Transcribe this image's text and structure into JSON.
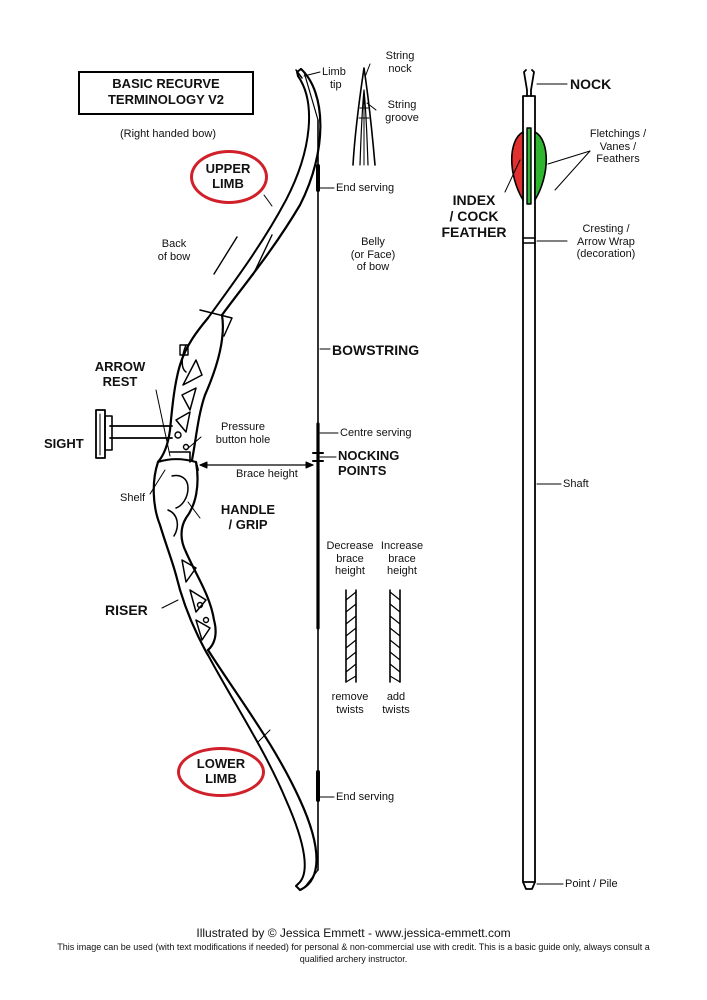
{
  "title": {
    "line1": "BASIC RECURVE",
    "line2": "TERMINOLOGY V2",
    "subtitle": "(Right handed bow)"
  },
  "bow_labels": {
    "limb_tip": {
      "l1": "Limb",
      "l2": "tip"
    },
    "string_nock": {
      "l1": "String",
      "l2": "nock"
    },
    "string_groove": {
      "l1": "String",
      "l2": "groove"
    },
    "upper_limb": {
      "l1": "UPPER",
      "l2": "LIMB"
    },
    "end_serving_top": "End serving",
    "back_of_bow": {
      "l1": "Back",
      "l2": "of bow"
    },
    "belly": {
      "l1": "Belly",
      "l2": "(or Face)",
      "l3": "of bow"
    },
    "bowstring": "BOWSTRING",
    "arrow_rest": {
      "l1": "ARROW",
      "l2": "REST"
    },
    "sight": "SIGHT",
    "pressure_button": {
      "l1": "Pressure",
      "l2": "button hole"
    },
    "centre_serving": "Centre serving",
    "nocking_points": {
      "l1": "NOCKING",
      "l2": "POINTS"
    },
    "brace_height": "Brace height",
    "shelf": "Shelf",
    "handle": {
      "l1": "HANDLE",
      "l2": "/ GRIP"
    },
    "riser": "RISER",
    "decrease": {
      "l1": "Decrease",
      "l2": "brace",
      "l3": "height"
    },
    "increase": {
      "l1": "Increase",
      "l2": "brace",
      "l3": "height"
    },
    "remove": {
      "l1": "remove",
      "l2": "twists"
    },
    "add": {
      "l1": "add",
      "l2": "twists"
    },
    "lower_limb": {
      "l1": "LOWER",
      "l2": "LIMB"
    },
    "end_serving_bottom": "End serving"
  },
  "arrow_labels": {
    "nock": "NOCK",
    "fletchings": {
      "l1": "Fletchings /",
      "l2": "Vanes /",
      "l3": "Feathers"
    },
    "index": {
      "l1": "INDEX",
      "l2": "/ COCK",
      "l3": "FEATHER"
    },
    "cresting": {
      "l1": "Cresting /",
      "l2": "Arrow Wrap",
      "l3": "(decoration)"
    },
    "shaft": "Shaft",
    "point": "Point / Pile"
  },
  "footer": {
    "credit": "Illustrated by © Jessica Emmett - www.jessica-emmett.com",
    "note1": "This image can be used (with text modifications if needed) for personal & non-commercial use with credit. This is a basic guide only, always consult a",
    "note2": "qualified archery instructor."
  },
  "colors": {
    "highlight": "#d0202a",
    "index_vane": "#e03030",
    "vane": "#2fb52f"
  }
}
